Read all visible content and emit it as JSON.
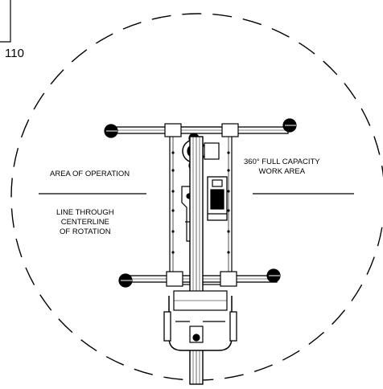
{
  "reference_number": "110",
  "labels": {
    "area_of_operation": "AREA OF OPERATION",
    "full_capacity": [
      "360° FULL CAPACITY",
      "WORK AREA"
    ],
    "line_through": [
      "LINE THROUGH",
      "CENTERLINE",
      "OF ROTATION"
    ]
  }
}
